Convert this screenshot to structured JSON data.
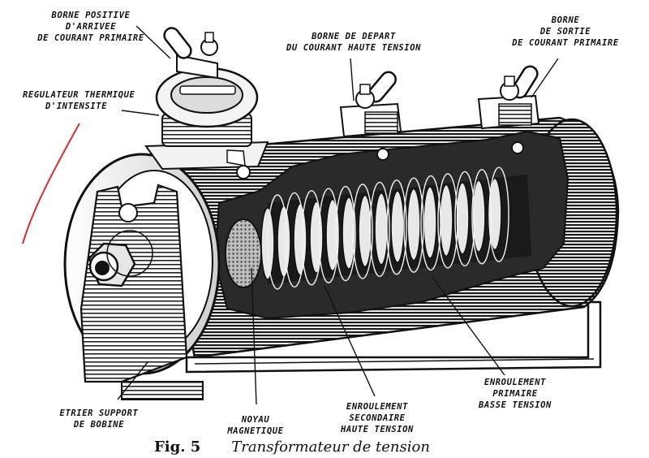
{
  "labels": {
    "borne_positive": [
      "BORNE POSITIVE",
      "D'ARRIVEE",
      "DE COURANT PRIMAIRE"
    ],
    "borne_depart": [
      "BORNE de DEPART",
      "DU COURANT HAUTE TENSION"
    ],
    "borne_sortie": [
      "BORNE",
      "DE SORTIE",
      "DE COURANT PRIMAIRE"
    ],
    "regulateur": [
      "REGULATEUR THERMIQUE",
      "D'INTENSITE"
    ],
    "etrier": [
      "ETRIER SUPPORT",
      "DE BOBINE"
    ],
    "noyau": [
      "NOYAU",
      "MAGNETIQUE"
    ],
    "enroulement_secondaire": [
      "ENROULEMENT",
      "SECONDAIRE",
      "HAUTE TENSION"
    ],
    "enroulement_primaire": [
      "ENROULEMENT",
      "PRIMAIRE",
      "BASSE TENSION"
    ]
  },
  "caption": {
    "fig": "Fig. 5",
    "text": "Transformateur de tension"
  },
  "colors": {
    "ink": "#111111",
    "paper": "#ffffff",
    "pen_mark": "#d92b2b",
    "core": "#9a9a9a"
  }
}
